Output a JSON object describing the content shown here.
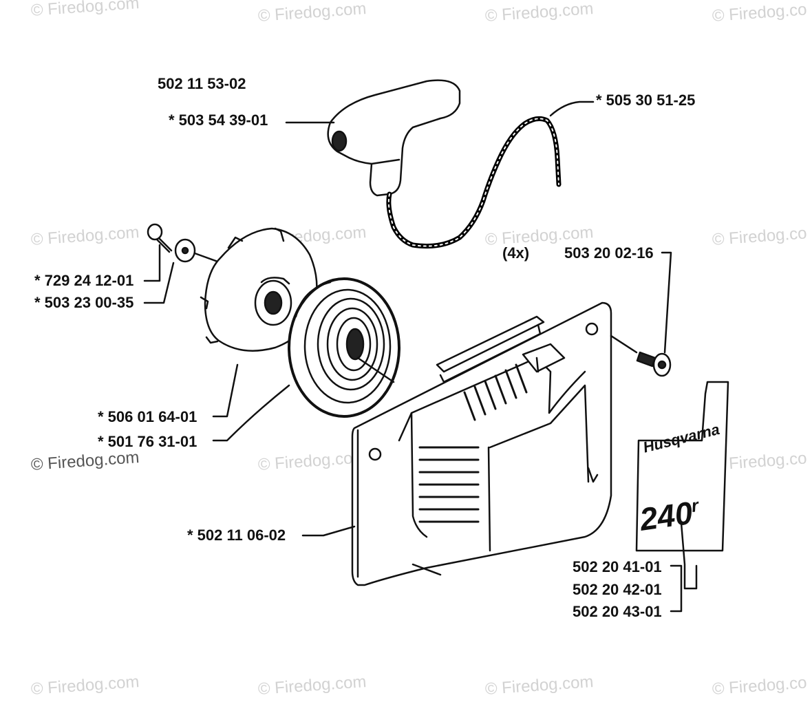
{
  "watermark": "© Firedog.com",
  "watermark_partial": "© Firedog.co",
  "labels": {
    "assembly": "502 11 53-02",
    "handle": "* 503 54 39-01",
    "rope": "* 505 30 51-25",
    "screw_small": "* 729 24 12-01",
    "washer": "* 503 23 00-35",
    "pulley": "* 506 01 64-01",
    "spring": "* 501 76 31-01",
    "qty": "(4x)",
    "bolt": "503 20 02-16",
    "cover": "* 502 11 06-02",
    "decal_1": "502 20 41-01",
    "decal_2": "502 20 42-01",
    "decal_3": "502 20 43-01"
  },
  "decal_text": {
    "brand": "Husqvarna",
    "model": "240",
    "model_suffix": "r"
  },
  "colors": {
    "ink": "#111111",
    "watermark": "#d2d2d2"
  }
}
